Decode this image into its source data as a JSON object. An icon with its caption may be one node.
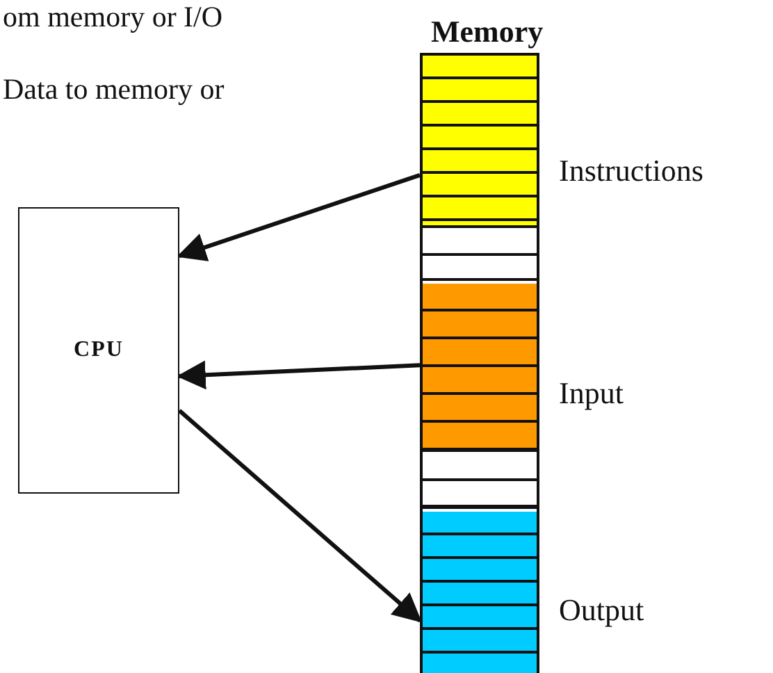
{
  "diagram": {
    "nodes": [
      {
        "text": [
          "CPU"
        ]
      },
      {
        "text": [
          "Memory"
        ]
      },
      {
        "text": [],
        "shape": "bar",
        "in": 1,
        "beside": [
          "Instructions"
        ]
      },
      {
        "text": [],
        "shape": "bar",
        "in": 1
      },
      {
        "text": [],
        "shape": "bar",
        "in": 1,
        "beside": [
          "Input"
        ]
      },
      {
        "text": [],
        "shape": "bar",
        "in": 1
      },
      {
        "text": [],
        "shape": "bar",
        "in": 1,
        "beside": [
          "Output"
        ]
      }
    ],
    "edges": [
      {
        "from": 2,
        "to": 0,
        "arrow": "to"
      },
      {
        "from": 4,
        "to": 0,
        "arrow": "to"
      },
      {
        "from": 0,
        "to": 6,
        "arrow": "to"
      }
    ],
    "labels": [
      "om memory or I/O",
      "Data to memory or"
    ]
  }
}
